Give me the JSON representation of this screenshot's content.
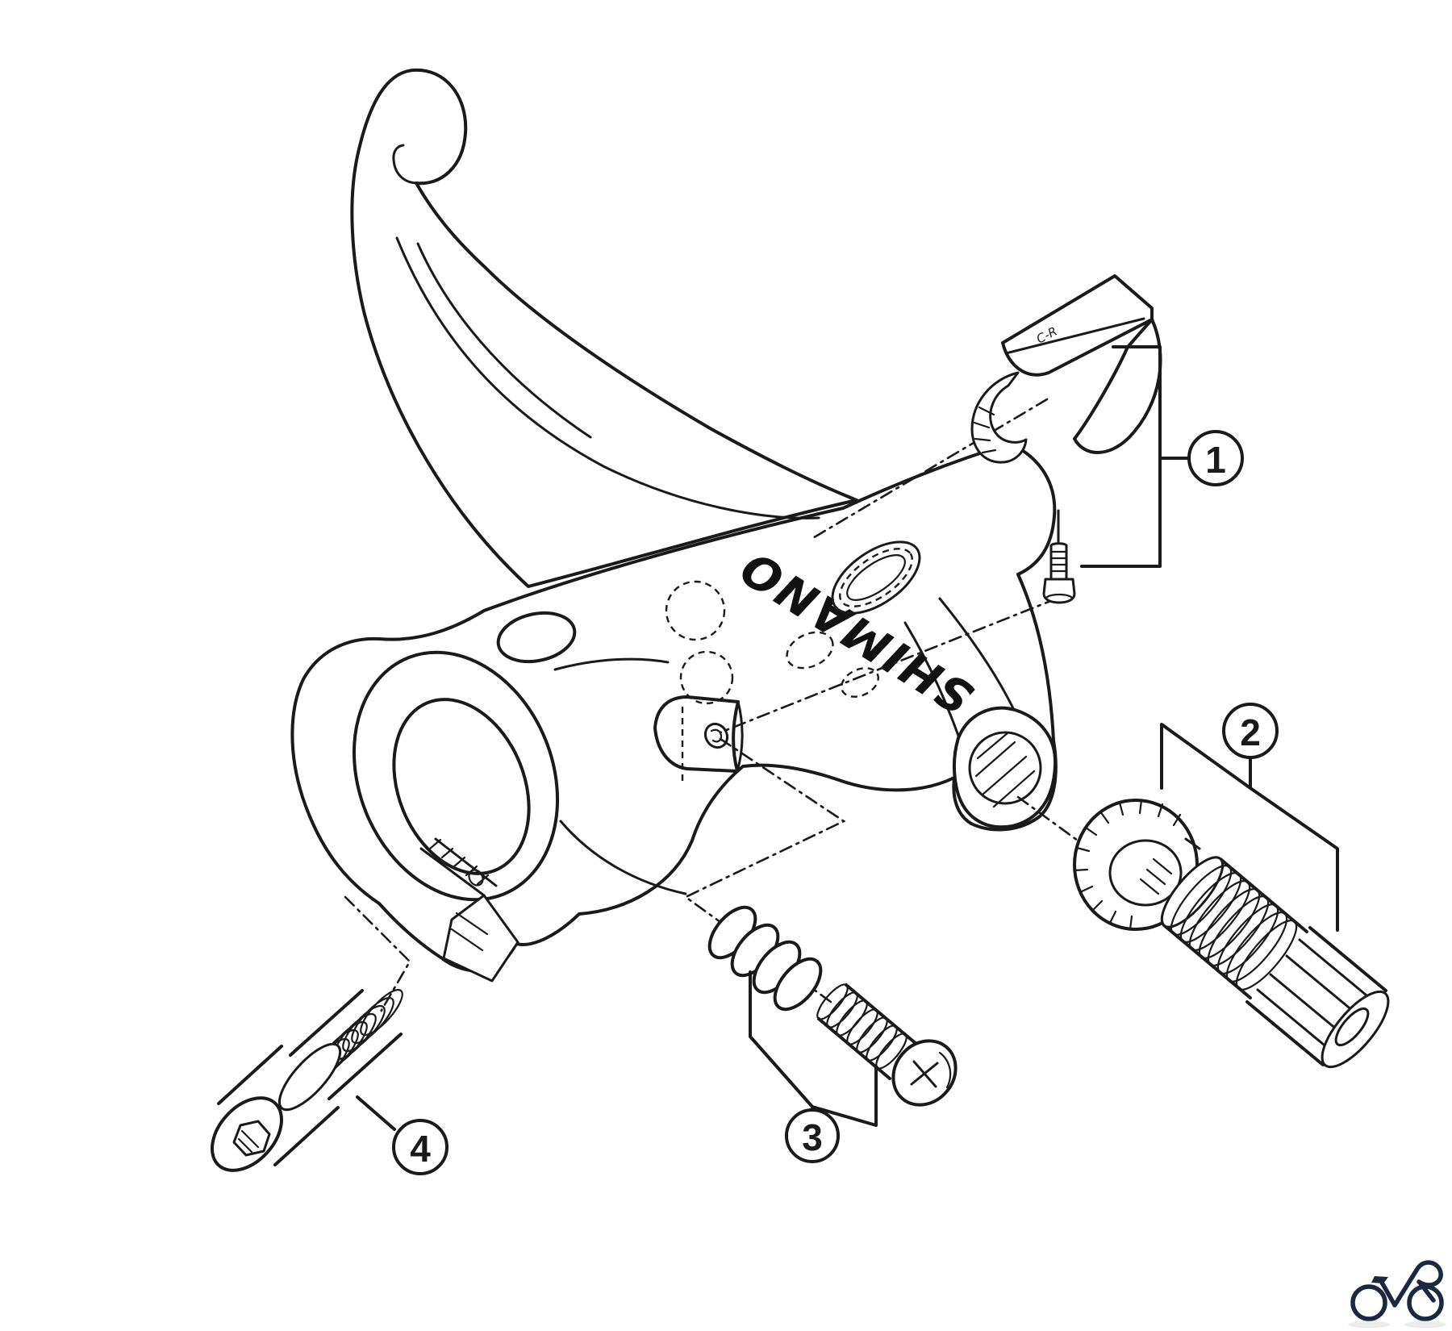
{
  "figure": {
    "kind": "exploded-parts-diagram",
    "subject": "brake lever assembly",
    "background_color": "#ffffff",
    "line_color": "#1a1a1a"
  },
  "branding": {
    "logotype": "SHIMANO",
    "hook_engraving": "C-R"
  },
  "callouts": [
    {
      "label": "1"
    },
    {
      "label": "2"
    },
    {
      "label": "3"
    },
    {
      "label": "4"
    }
  ],
  "logo": {
    "shape": "bicycle",
    "color": "#1b2940"
  }
}
